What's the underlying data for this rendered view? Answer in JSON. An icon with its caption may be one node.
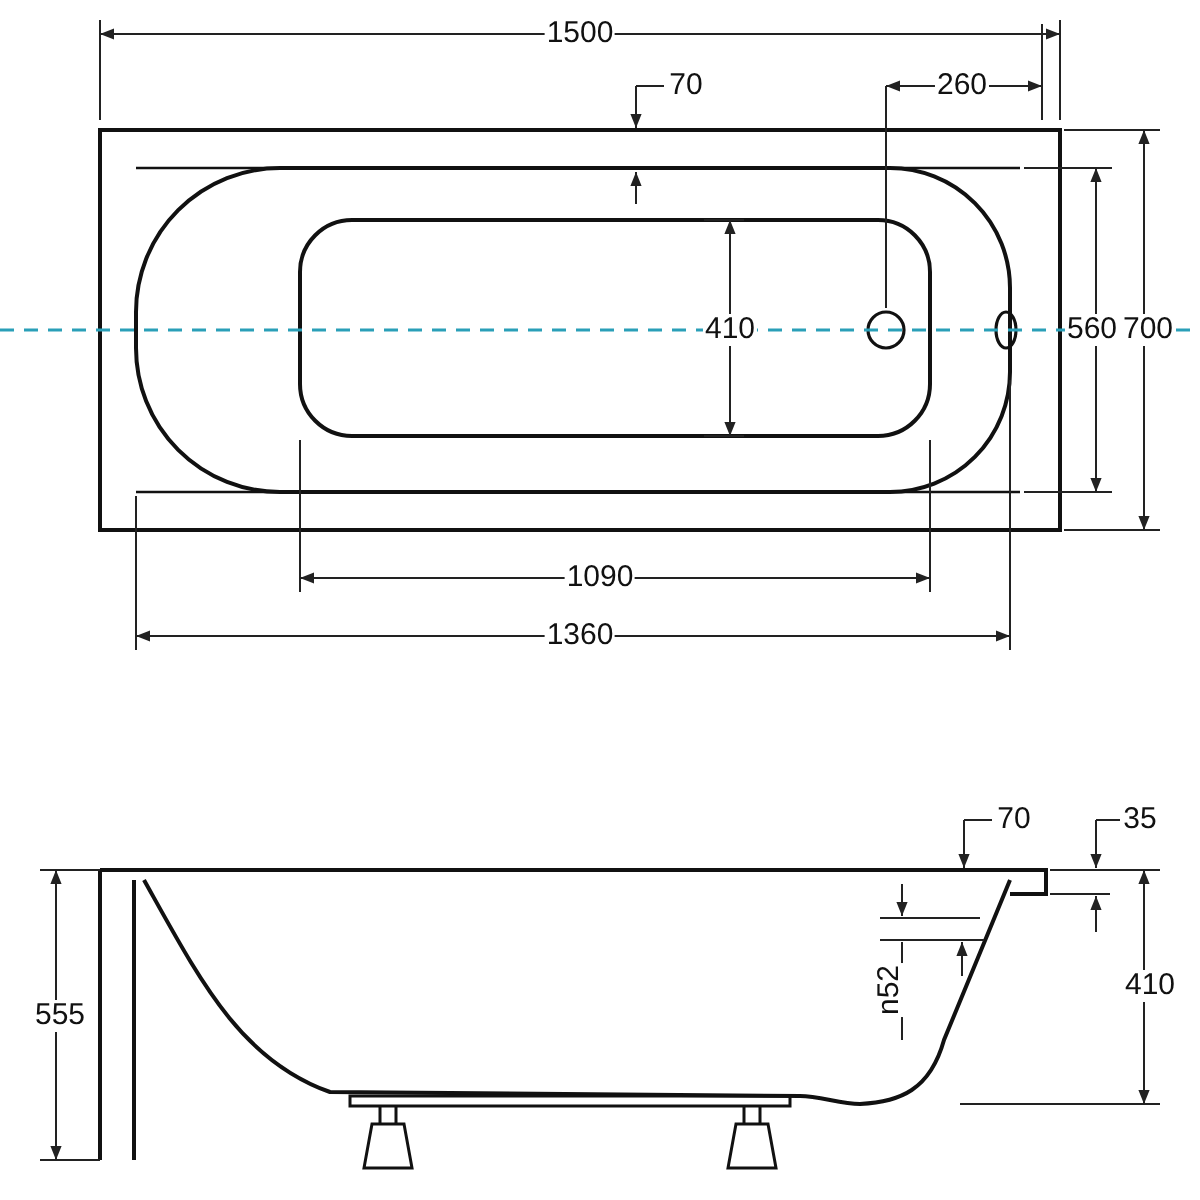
{
  "diagram": {
    "labels": [
      "1500",
      "70",
      "260",
      "410",
      "560",
      "700",
      "1090",
      "1360",
      "70",
      "35",
      "555",
      "n52",
      "410"
    ]
  }
}
